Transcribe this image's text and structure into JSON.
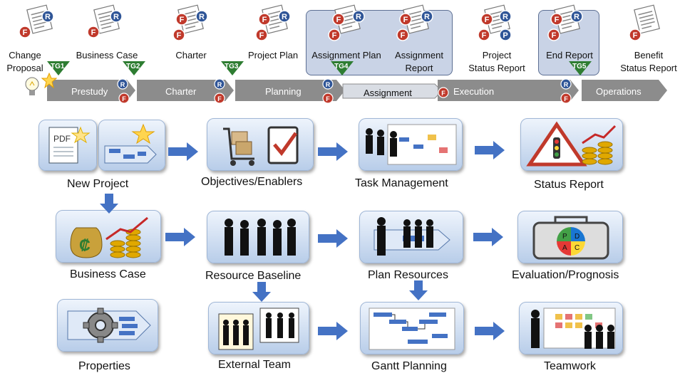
{
  "documents": [
    {
      "id": "change-proposal",
      "label_lines": [
        "Change",
        "Proposal"
      ]
    },
    {
      "id": "business-case",
      "label_lines": [
        "Business Case"
      ]
    },
    {
      "id": "charter",
      "label_lines": [
        "Charter"
      ]
    },
    {
      "id": "project-plan",
      "label_lines": [
        "Project Plan"
      ]
    },
    {
      "id": "assignment-plan",
      "label_lines": [
        "Assignment Plan"
      ]
    },
    {
      "id": "assignment-report",
      "label_lines": [
        "Assignment",
        "Report"
      ]
    },
    {
      "id": "project-status-report",
      "label_lines": [
        "Project",
        "Status Report"
      ]
    },
    {
      "id": "end-report",
      "label_lines": [
        "End Report"
      ]
    },
    {
      "id": "benefit-status-report",
      "label_lines": [
        "Benefit",
        "Status Report"
      ]
    }
  ],
  "gates": [
    "TG1",
    "TG2",
    "TG3",
    "TG4",
    "TG5"
  ],
  "phases": [
    "Prestudy",
    "Charter",
    "Planning",
    "Assignment",
    "Execution",
    "Operations"
  ],
  "badges": {
    "f": "F",
    "r": "R",
    "p": "P"
  },
  "pdca": {
    "p": "P",
    "d": "D",
    "c": "C",
    "a": "A"
  },
  "pdf_text": "PDF",
  "tiles": [
    {
      "id": "new-project",
      "label": "New Project"
    },
    {
      "id": "objectives-enablers",
      "label": "Objectives/Enablers"
    },
    {
      "id": "task-management",
      "label": "Task Management"
    },
    {
      "id": "status-report",
      "label": "Status Report"
    },
    {
      "id": "business-case-tile",
      "label": "Business Case"
    },
    {
      "id": "resource-baseline",
      "label": "Resource Baseline"
    },
    {
      "id": "plan-resources",
      "label": "Plan Resources"
    },
    {
      "id": "evaluation-prognosis",
      "label": "Evaluation/Prognosis"
    },
    {
      "id": "properties",
      "label": "Properties"
    },
    {
      "id": "external-team",
      "label": "External Team"
    },
    {
      "id": "gantt-planning",
      "label": "Gantt Planning"
    },
    {
      "id": "teamwork",
      "label": "Teamwork"
    }
  ],
  "colors": {
    "arrow": "#4472c4",
    "phase": "#8c8c8c",
    "phase_light": "#d9dde4",
    "gate": "#2e7d32",
    "badge_r": "#2f5597",
    "badge_f": "#c0392b",
    "tile_border": "#9fb6d6"
  }
}
